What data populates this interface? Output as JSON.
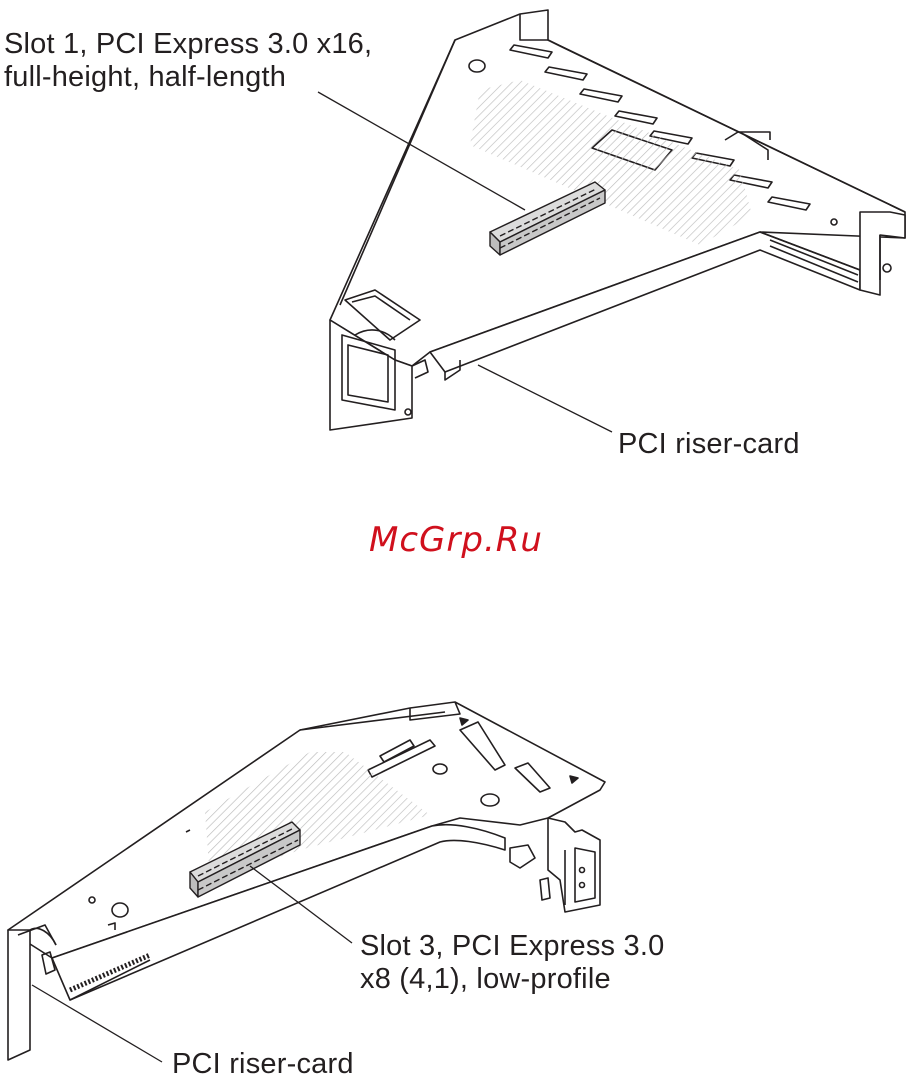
{
  "top_figure": {
    "slot_label_line1": "Slot  1,  PCI  Express 3.0 x16,",
    "slot_label_line2": "full-height, half-length",
    "riser_label": "PCI riser-card"
  },
  "watermark": "McGrp.Ru",
  "bottom_figure": {
    "slot_label_line1": "Slot  3, PCI  Express 3.0",
    "slot_label_line2": "x8 (4,1), low-profile",
    "riser_label": "PCI riser-card"
  },
  "colors": {
    "line": "#231f20",
    "watermark": "#d0101d",
    "connector_fill": "#c8c8c8",
    "hatch": "#bcbcbc"
  }
}
